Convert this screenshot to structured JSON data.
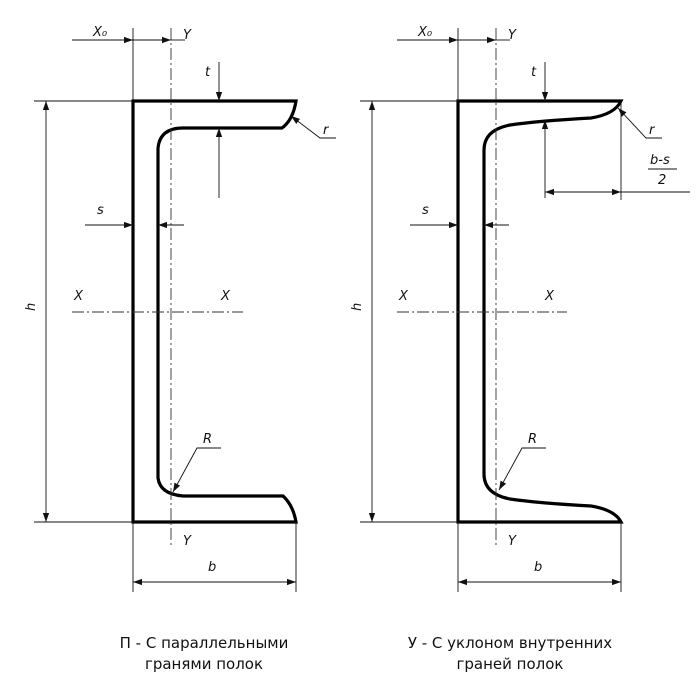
{
  "left_profile": {
    "labels": {
      "x0": "X₀",
      "y_top": "Y",
      "y_bottom": "Y",
      "t": "t",
      "r": "r",
      "s": "s",
      "h": "h",
      "x_left": "X",
      "x_right": "X",
      "R": "R",
      "b": "b"
    },
    "caption": {
      "line1": "П - С параллельными",
      "line2": "гранями полок"
    }
  },
  "right_profile": {
    "labels": {
      "x0": "X₀",
      "y_top": "Y",
      "y_bottom": "Y",
      "t": "t",
      "r": "r",
      "s": "s",
      "h": "h",
      "x_left": "X",
      "x_right": "X",
      "R": "R",
      "b": "b",
      "frac_num": "b-s",
      "frac_den": "2"
    },
    "caption": {
      "line1": "У - С уклоном внутренних",
      "line2": "граней полок"
    }
  }
}
